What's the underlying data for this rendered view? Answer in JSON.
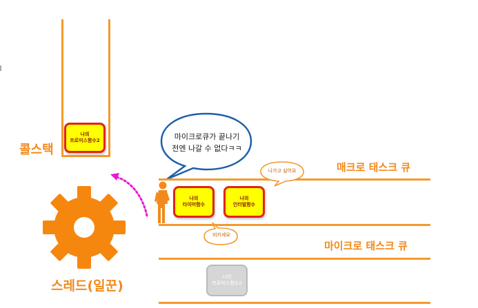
{
  "call_stack": {
    "label": "콜스택",
    "task": {
      "line1": "나의",
      "line2": "프로미스함수2"
    }
  },
  "thread": {
    "label": "스레드(일꾼)"
  },
  "speech_bubble": {
    "line1": "마이크로큐가 끝나기",
    "line2": "전엔 나갈 수 없다ㅋㅋ"
  },
  "macro_queue": {
    "label": "매크로 태스크 큐",
    "bubble": "나가고 싶어요",
    "tasks": [
      {
        "line1": "나의",
        "line2": "타이머함수"
      },
      {
        "line1": "나의",
        "line2": "인터벌함수"
      }
    ]
  },
  "person_bubble": "비키세요",
  "micro_queue": {
    "label": "마이크로 태스크 큐",
    "task": {
      "line1": "나의",
      "line2": "프로미스함수2"
    }
  },
  "colors": {
    "accent_orange": "#f39a2b",
    "label_orange": "#f08a1c",
    "task_yellow": "#ffff00",
    "task_border": "#e2231a",
    "bubble_blue": "#1d5fa8",
    "arrow_magenta": "#e81ad5",
    "task_gray": "#d6d6d6"
  },
  "icons": [
    "gear-icon",
    "person-icon",
    "curved-arrow-icon"
  ]
}
